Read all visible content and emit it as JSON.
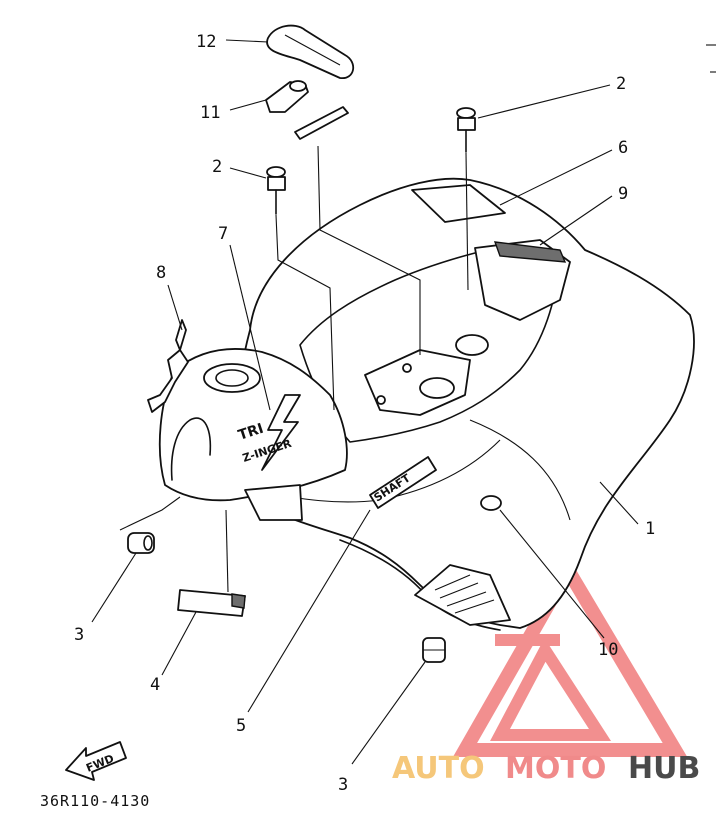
{
  "callouts": {
    "c1": "1",
    "c2a": "2",
    "c2b": "2",
    "c3a": "3",
    "c3b": "3",
    "c4": "4",
    "c5": "5",
    "c6": "6",
    "c7": "7",
    "c8": "8",
    "c9": "9",
    "c10": "10",
    "c11": "11",
    "c12": "12"
  },
  "part_code": "36R110-4130",
  "fwd_label": "FWD",
  "decals": {
    "shaft": "SHAFT",
    "tri_top": "TRI",
    "tri_bottom": "Z-INGER"
  },
  "watermark": {
    "brand_part1": "AUTO",
    "brand_part2": "MOTO",
    "brand_part3": "HUB",
    "colors": {
      "auto": "#f5c77a",
      "moto": "#f08a8a",
      "hub": "#4a4a4a",
      "logo": "#ee6a6a"
    }
  }
}
